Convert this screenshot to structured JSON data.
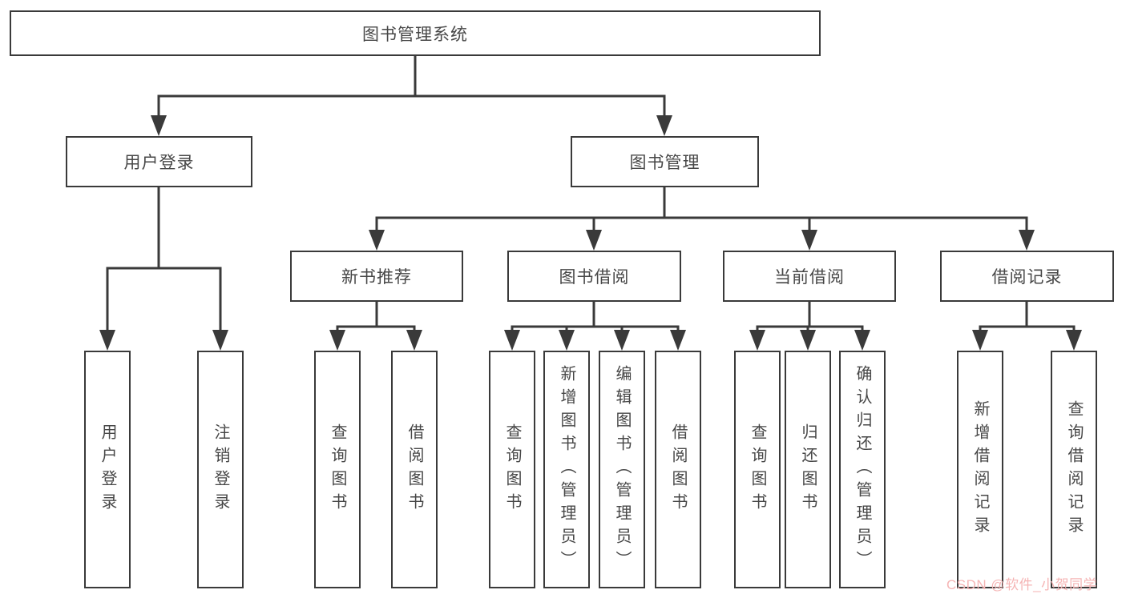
{
  "diagram": {
    "root": {
      "label": "图书管理系统"
    },
    "branches": [
      {
        "label": "用户登录",
        "children": [
          {
            "label": "用户登录"
          },
          {
            "label": "注销登录"
          }
        ]
      },
      {
        "label": "图书管理",
        "children": [
          {
            "label": "新书推荐",
            "children": [
              {
                "label": "查询图书"
              },
              {
                "label": "借阅图书"
              }
            ]
          },
          {
            "label": "图书借阅",
            "children": [
              {
                "label": "查询图书"
              },
              {
                "label": "新增图书（管理员）"
              },
              {
                "label": "编辑图书（管理员）"
              },
              {
                "label": "借阅图书"
              }
            ]
          },
          {
            "label": "当前借阅",
            "children": [
              {
                "label": "查询图书"
              },
              {
                "label": "归还图书"
              },
              {
                "label": "确认归还（管理员）"
              }
            ]
          },
          {
            "label": "借阅记录",
            "children": [
              {
                "label": "新增借阅记录"
              },
              {
                "label": "查询借阅记录"
              }
            ]
          }
        ]
      }
    ]
  },
  "watermark": {
    "text": "CSDN @软件_小贺同学"
  },
  "colors": {
    "line": "#3a3a3a",
    "text": "#474747",
    "background": "#ffffff",
    "watermark": "#f5b5b5"
  }
}
